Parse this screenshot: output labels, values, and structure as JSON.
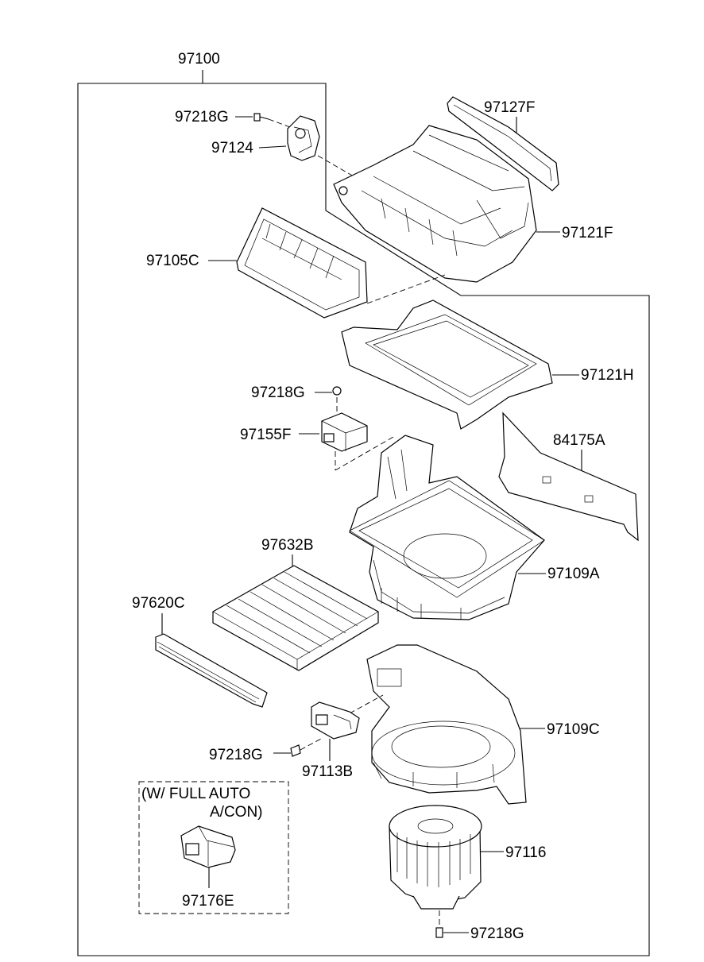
{
  "assembly": {
    "number": "97100"
  },
  "labels": {
    "screw_top": "97218G",
    "actuator": "97124",
    "seal_top": "97127F",
    "intake_case": "97121F",
    "door": "97105C",
    "lower_case": "97121H",
    "screw_mid": "97218G",
    "resistor_module": "97155F",
    "duct_seal": "84175A",
    "filter": "97632B",
    "blower_upper": "97109A",
    "filter_cover": "97620C",
    "blower_lower": "97109C",
    "screw_resistor": "97218G",
    "resistor": "97113B",
    "motor": "97116",
    "screw_bottom": "97218G",
    "auto_ac_resistor": "97176E"
  },
  "option_box": {
    "line1": "(W/ FULL AUTO",
    "line2": "A/CON)"
  }
}
